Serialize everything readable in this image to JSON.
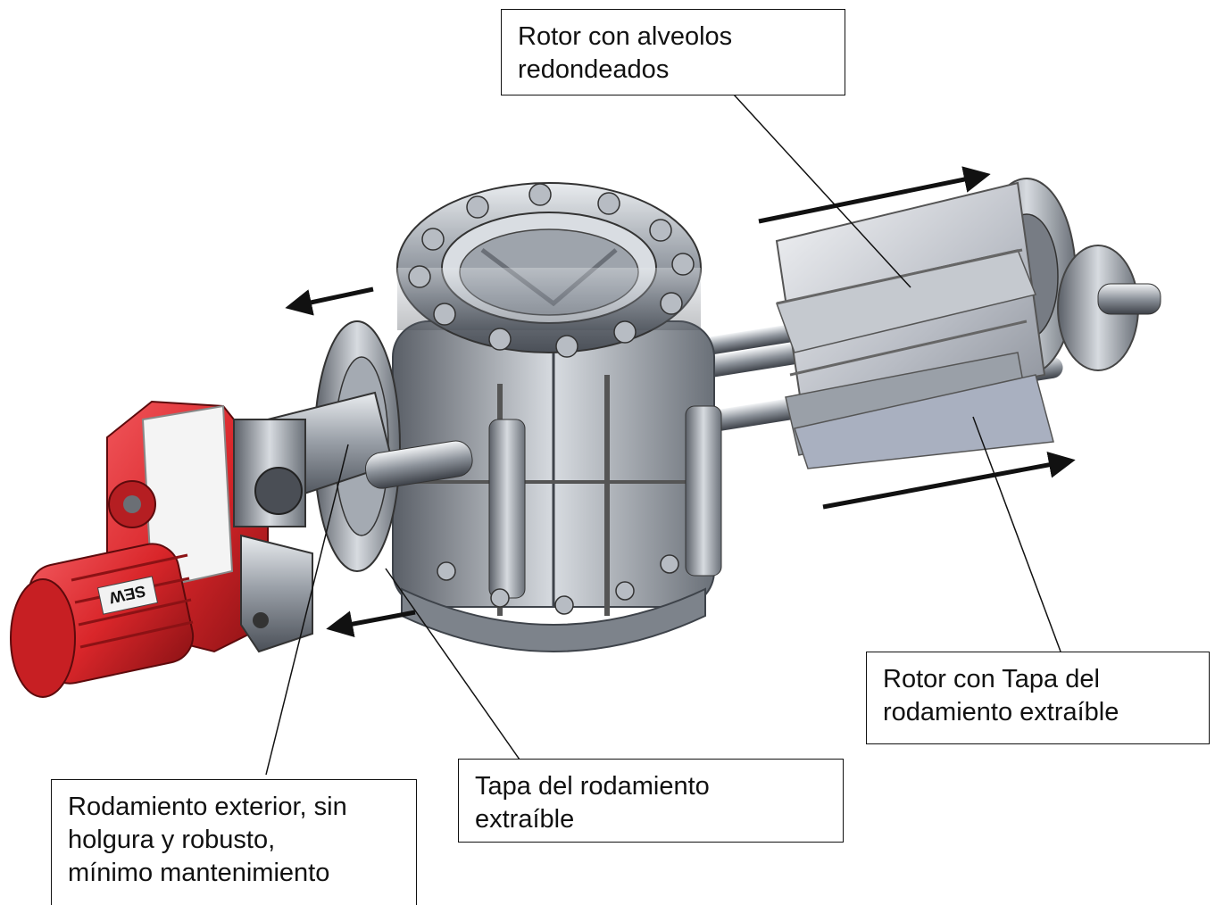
{
  "callouts": {
    "rotor_pockets": {
      "line1": "Rotor con alveolos",
      "line2": "redondeados"
    },
    "rotor_cover": {
      "line1": "Rotor con Tapa del",
      "line2": "rodamiento extraíble"
    },
    "bearing_cover": {
      "line1": "Tapa del rodamiento",
      "line2": "extraíble"
    },
    "outer_bearing": {
      "line1": "Rodamiento exterior, sin",
      "line2": "holgura y robusto,",
      "line3": "mínimo mantenimiento"
    }
  },
  "motor_brand": "SEW",
  "colors": {
    "motor_red": "#d9262a",
    "steel": "#9aa0a8",
    "line": "#111111"
  }
}
